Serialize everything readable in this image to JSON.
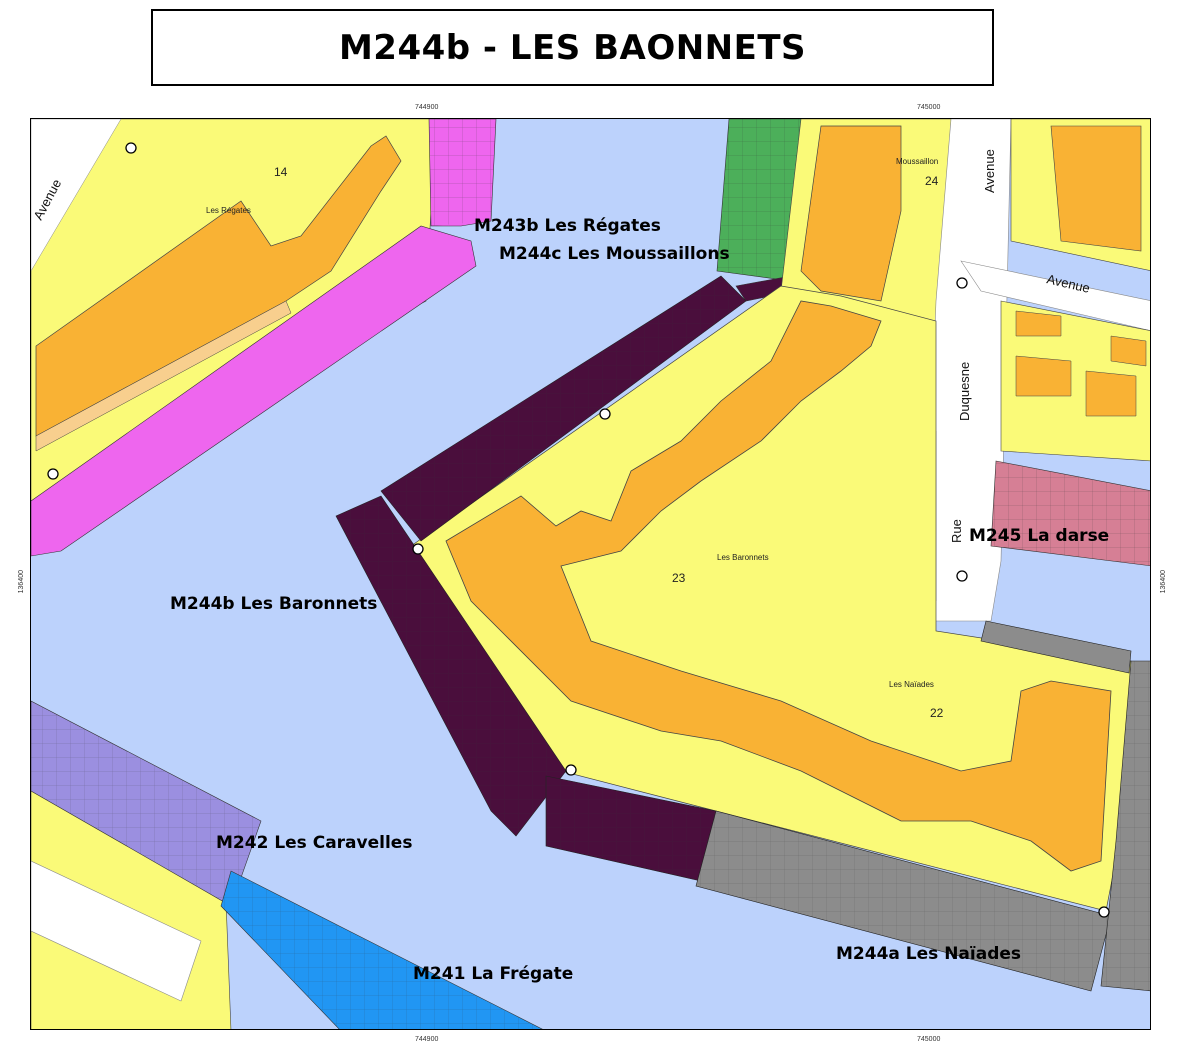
{
  "title": "M244b - LES BAONNETS",
  "coords": {
    "top_left": "744900",
    "top_right": "745000",
    "bottom_left": "744900",
    "bottom_right": "745000",
    "left": "136400",
    "right": "136400"
  },
  "zones": [
    {
      "code": "M243b",
      "label": "M243b Les Régates",
      "color": "#ee66ee"
    },
    {
      "code": "M244c",
      "label": "M244c Les Moussaillons",
      "color": "#4caf5a"
    },
    {
      "code": "M244b",
      "label": "M244b Les Baronnets",
      "color": "#4a0e3c"
    },
    {
      "code": "M245",
      "label": "M245 La darse",
      "color": "#d67f95"
    },
    {
      "code": "M242",
      "label": "M242 Les Caravelles",
      "color": "#9b8fe0"
    },
    {
      "code": "M241",
      "label": "M241 La Frégate",
      "color": "#2196f3"
    },
    {
      "code": "M244a",
      "label": "M244a Les Naïades",
      "color": "#8c8c8c"
    }
  ],
  "parcels": {
    "p14": "14",
    "p23": "23",
    "p22": "22",
    "p24": "24",
    "regates": "Les    Régates",
    "baronnets": "Les    Baronnets",
    "naiades": "Les    Naïades",
    "moussaillon": "Moussaillon"
  },
  "streets": {
    "avenue_top_left": "Avenue",
    "avenue_top_right_v": "Avenue",
    "avenue_right": "Avenue",
    "duquesne": "Duquesne",
    "rue": "Rue"
  },
  "colors": {
    "water": "#bcd2fc",
    "land": "#fafa78",
    "building": "#f9b234",
    "road": "#ffffff",
    "terrace": "#f8cf8e"
  }
}
